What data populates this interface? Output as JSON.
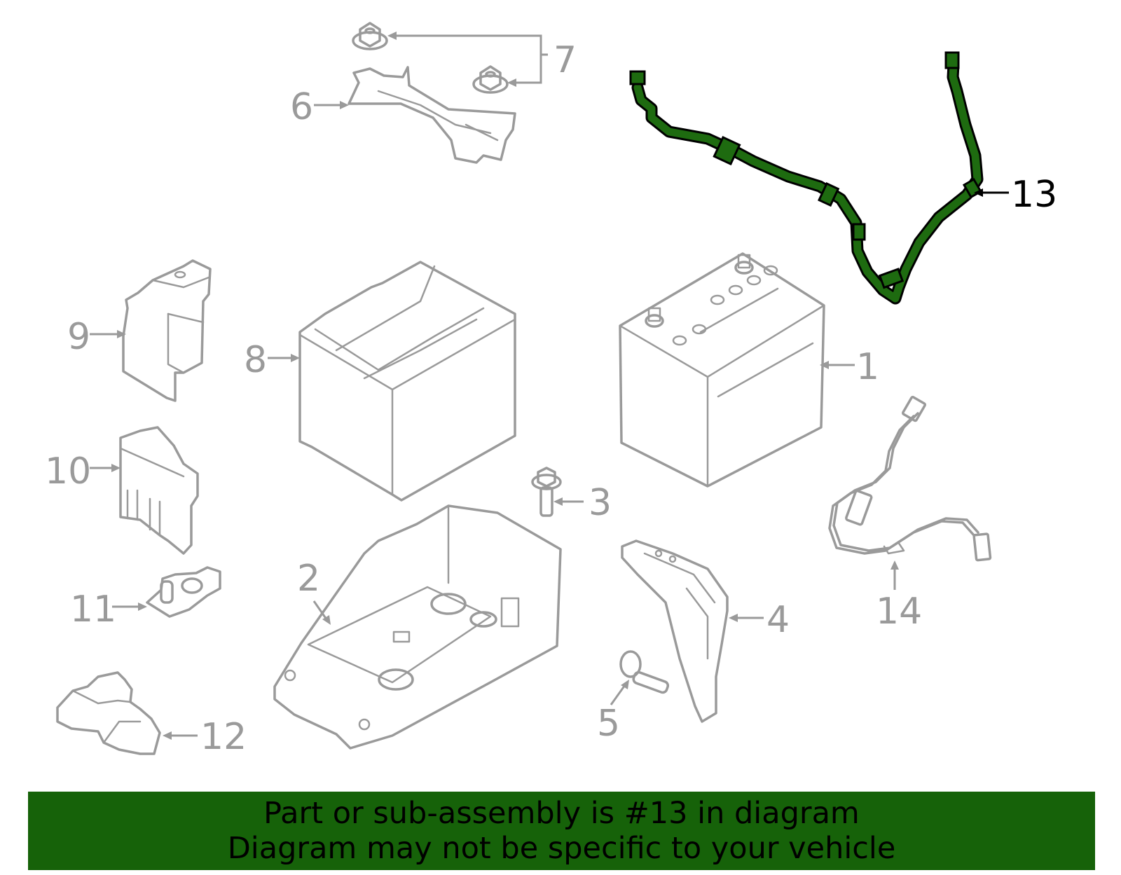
{
  "diagram": {
    "callouts": [
      {
        "id": "1",
        "label": "1"
      },
      {
        "id": "2",
        "label": "2"
      },
      {
        "id": "3",
        "label": "3"
      },
      {
        "id": "4",
        "label": "4"
      },
      {
        "id": "5",
        "label": "5"
      },
      {
        "id": "6",
        "label": "6"
      },
      {
        "id": "7",
        "label": "7"
      },
      {
        "id": "8",
        "label": "8"
      },
      {
        "id": "9",
        "label": "9"
      },
      {
        "id": "10",
        "label": "10"
      },
      {
        "id": "11",
        "label": "11"
      },
      {
        "id": "12",
        "label": "12"
      },
      {
        "id": "13",
        "label": "13"
      },
      {
        "id": "14",
        "label": "14"
      }
    ],
    "highlighted_part": "13"
  },
  "banner": {
    "line1": "Part or sub-assembly is #13 in diagram",
    "line2": "Diagram may not be specific to your vehicle"
  },
  "colors": {
    "highlight_green": "#1e6b10",
    "banner_green": "#166209",
    "part_gray": "#9a9a9a"
  }
}
